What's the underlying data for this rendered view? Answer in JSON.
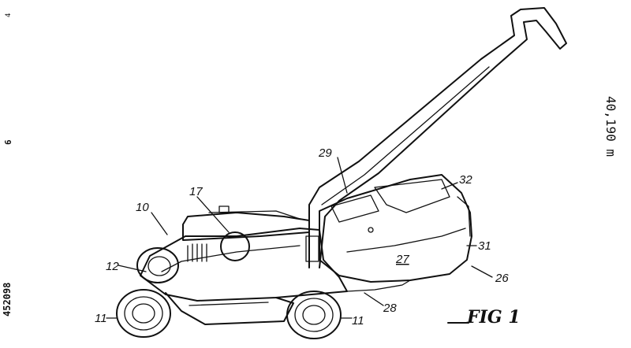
{
  "figure": {
    "caption": "FIG 1",
    "labels": {
      "l10": "10",
      "l11a": "11",
      "l11b": "11",
      "l12": "12",
      "l17": "17",
      "l26": "26",
      "l27": "27",
      "l28": "28",
      "l29": "29",
      "l31": "31",
      "l32": "32"
    }
  },
  "margins": {
    "right_text": "40,190 m",
    "left_bottom": "452098",
    "left_mid": "6",
    "left_top": "4"
  },
  "colors": {
    "ink": "#111111",
    "paper": "#ffffff"
  }
}
